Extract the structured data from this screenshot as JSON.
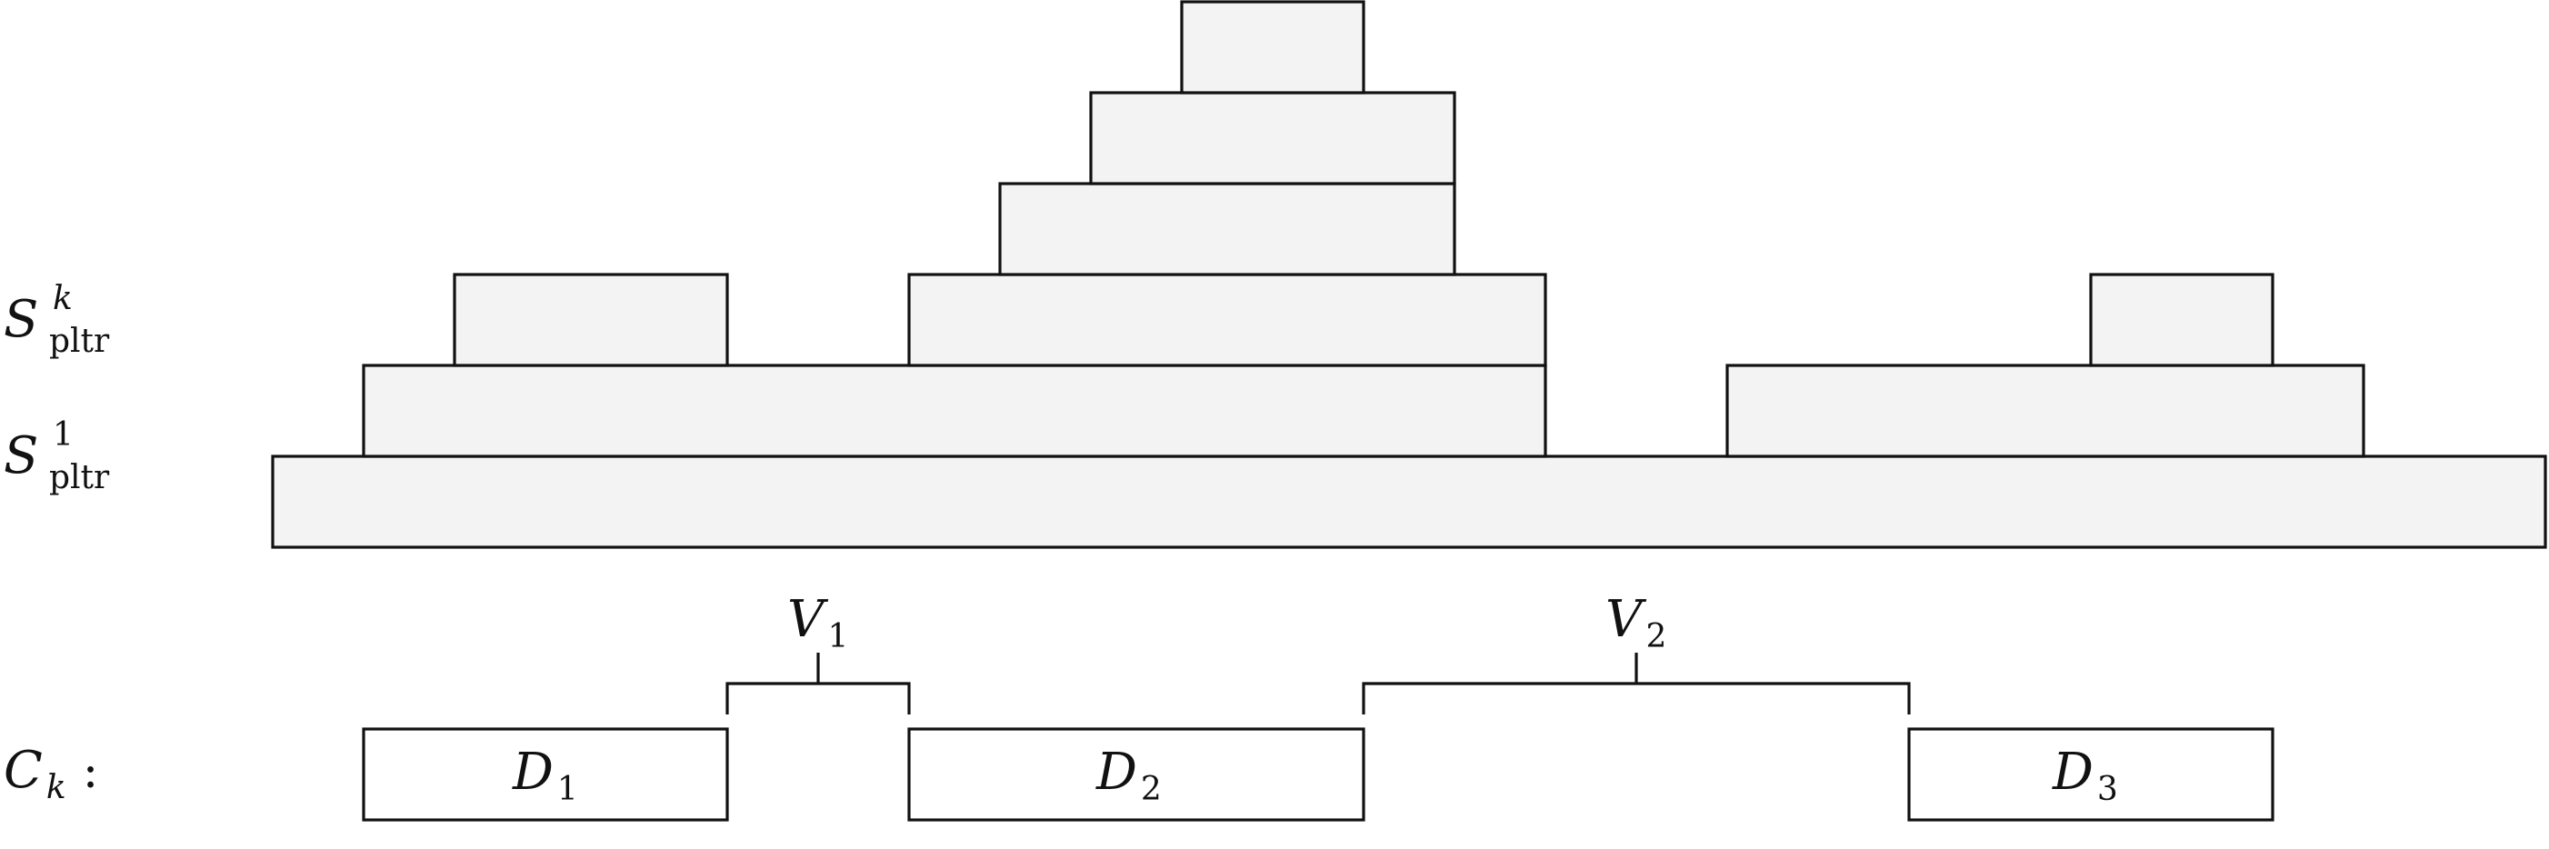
{
  "colors": {
    "block_fill": "#f3f3f3",
    "stroke": "#111111",
    "background": "#ffffff"
  },
  "row_labels": {
    "top": {
      "base": "S",
      "sub": "pltr",
      "sup": "k"
    },
    "bottom": {
      "base": "S",
      "sub": "pltr",
      "sup": "1"
    }
  },
  "component_label": {
    "base": "C",
    "sub": "k",
    "suffix": ":"
  },
  "segments": [
    {
      "id": "D1",
      "base": "D",
      "sub": "1"
    },
    {
      "id": "D2",
      "base": "D",
      "sub": "2"
    },
    {
      "id": "D3",
      "base": "D",
      "sub": "3"
    }
  ],
  "gaps": [
    {
      "id": "V1",
      "base": "V",
      "sub": "1"
    },
    {
      "id": "V2",
      "base": "V",
      "sub": "2"
    }
  ]
}
